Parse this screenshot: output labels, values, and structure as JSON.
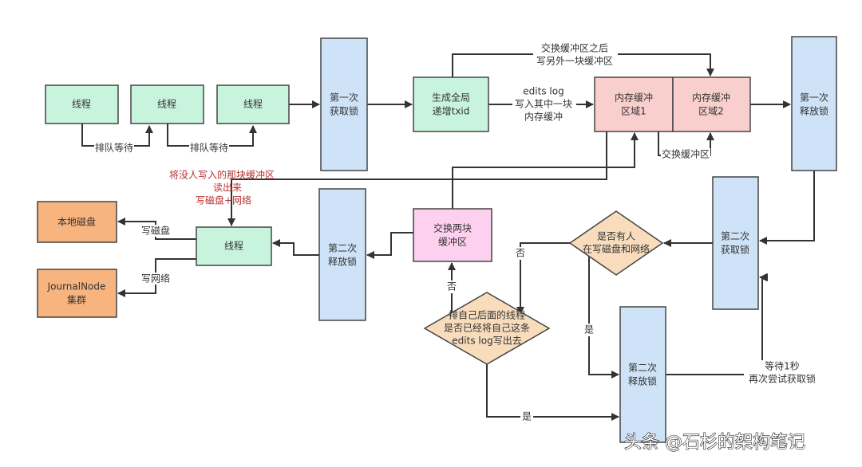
{
  "colors": {
    "thread": "#c8f4de",
    "lock": "#cfe3f8",
    "buffer": "#f8cfcd",
    "swap": "#fcd0ee",
    "storage": "#f8b47e",
    "decision": "#f8dcbc",
    "annotation": "#b8312f"
  },
  "nodes": {
    "thread1": "线程",
    "thread2": "线程",
    "thread3": "线程",
    "first_acquire": [
      "第一次",
      "获取锁"
    ],
    "txid": [
      "生成全局",
      "递增txid"
    ],
    "buffer1": [
      "内存缓冲",
      "区域1"
    ],
    "buffer2": [
      "内存缓冲",
      "区域2"
    ],
    "first_release": [
      "第一次",
      "释放锁"
    ],
    "second_acquire": [
      "第二次",
      "获取锁"
    ],
    "decision_writing": [
      "是否有人",
      "在写磁盘和网络"
    ],
    "decision_synced": [
      "排自己后面的线程",
      "是否已经将自己这条",
      "edits log写出去"
    ],
    "swap_buffers": [
      "交换两块",
      "缓冲区"
    ],
    "second_release_left": [
      "第二次",
      "释放锁"
    ],
    "second_release_bottom": [
      "第二次",
      "释放锁"
    ],
    "sync_thread": "线程",
    "local_disk": "本地磁盘",
    "journalnode": [
      "JournalNode",
      "集群"
    ]
  },
  "edges": {
    "queue1": "排队等待",
    "queue2": "排队等待",
    "write_edits": [
      "edits log",
      "写入其中一块",
      "内存缓冲"
    ],
    "after_swap": [
      "交换缓冲区之后",
      "写另外一块缓冲区"
    ],
    "swap": "交换缓冲区",
    "flush_annotation": [
      "将没人写入的那块缓冲区",
      "读出来",
      "写磁盘+网络"
    ],
    "write_disk": "写磁盘",
    "write_network": "写网络",
    "no1": "否",
    "no2": "否",
    "yes1": "是",
    "yes2": "是",
    "retry": [
      "等待1秒",
      "再次尝试获取锁"
    ]
  },
  "watermark": "头条 @石杉的架构笔记"
}
